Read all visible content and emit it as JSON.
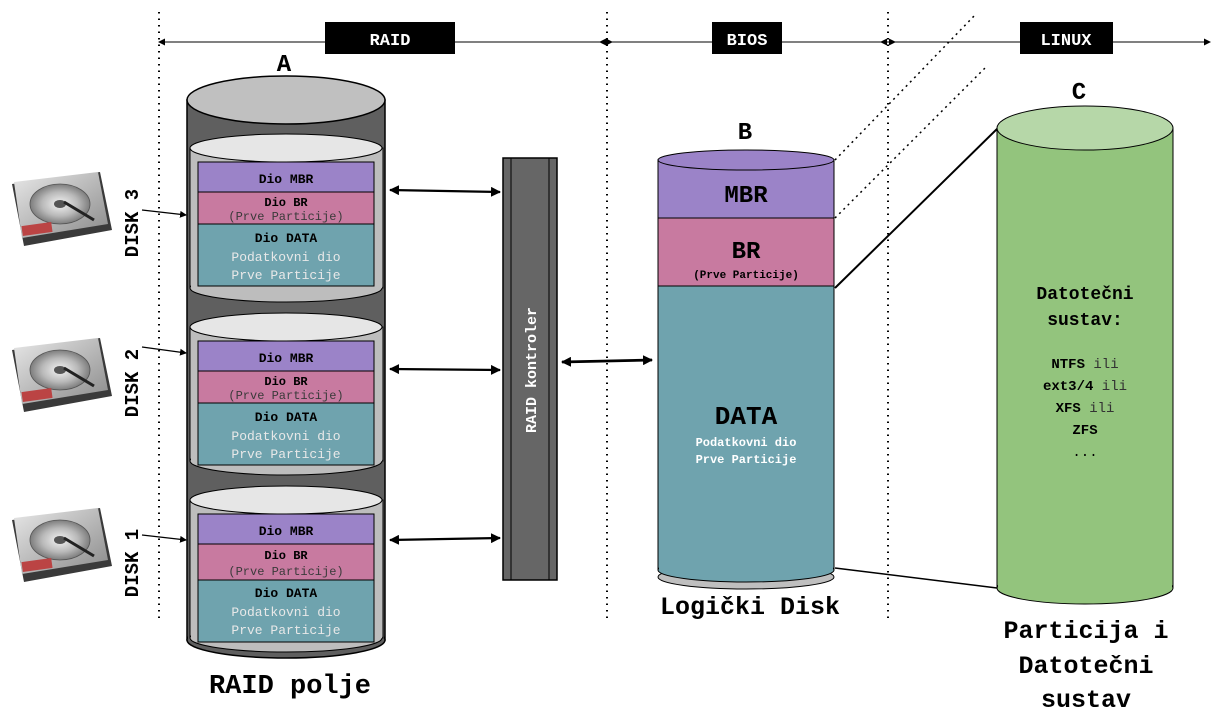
{
  "sections": {
    "raid": "RAID",
    "bios": "BIOS",
    "linux": "LINUX"
  },
  "labels": {
    "a": "A",
    "b": "B",
    "c": "C"
  },
  "raid_array": {
    "caption": "RAID polje",
    "disks": [
      {
        "name": "DISK 3",
        "mbr": "Dio MBR",
        "br": "Dio BR",
        "br_sub": "(Prve Particije)",
        "data": "Dio DATA",
        "data_sub1": "Podatkovni dio",
        "data_sub2": "Prve Particije"
      },
      {
        "name": "DISK 2",
        "mbr": "Dio MBR",
        "br": "Dio BR",
        "br_sub": "(Prve Particije)",
        "data": "Dio DATA",
        "data_sub1": "Podatkovni dio",
        "data_sub2": "Prve Particije"
      },
      {
        "name": "DISK 1",
        "mbr": "Dio MBR",
        "br": "Dio BR",
        "br_sub": "(Prve Particije)",
        "data": "Dio DATA",
        "data_sub1": "Podatkovni dio",
        "data_sub2": "Prve Particije"
      }
    ]
  },
  "controller": {
    "label": "RAID kontroler"
  },
  "logical_disk": {
    "caption": "Logički Disk",
    "mbr": "MBR",
    "br": "BR",
    "br_sub": "(Prve Particije)",
    "data": "DATA",
    "data_sub1": "Podatkovni dio",
    "data_sub2": "Prve Particije"
  },
  "partition": {
    "caption_line1": "Particija i",
    "caption_line2": "Datotečni",
    "caption_line3": "sustav",
    "fs_title1": "Datotečni",
    "fs_title2": "sustav:",
    "fs1": "NTFS",
    "fs2": "ext3/4",
    "fs3": "XFS",
    "fs4": "ZFS",
    "or": "ili",
    "more": "..."
  },
  "colors": {
    "mbr": "#9b83c8",
    "br": "#c87aa0",
    "data": "#6fa3ae",
    "partition": "#93c47d",
    "partition_top": "#b6d7a8",
    "raid_body": "#5f5f5f",
    "controller": "#666666"
  }
}
